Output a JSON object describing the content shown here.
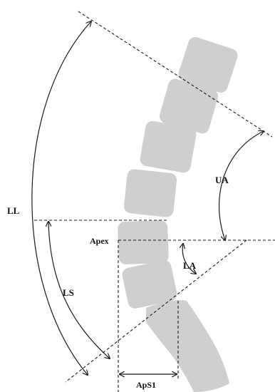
{
  "labels": {
    "ll": "LL",
    "ls": "LS",
    "ua": "UA",
    "la": "LA",
    "apex": "Apex",
    "aps1": "ApS1"
  },
  "colors": {
    "vertebra_fill": "#cfcfcf",
    "line": "#1a1a1a",
    "background": "#ffffff"
  }
}
